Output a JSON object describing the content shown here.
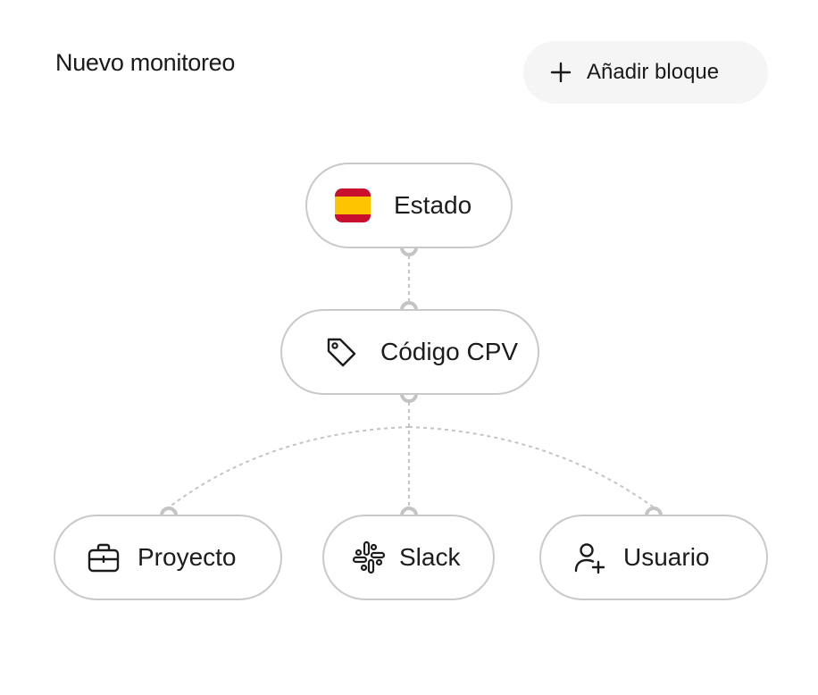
{
  "header": {
    "title": "Nuevo monitoreo",
    "add_block_label": "Añadir bloque",
    "add_block_icon": "plus-icon"
  },
  "nodes": [
    {
      "id": "estado",
      "label": "Estado",
      "icon": "spain-flag-icon"
    },
    {
      "id": "cpv",
      "label": "Código CPV",
      "icon": "tag-icon"
    },
    {
      "id": "proyecto",
      "label": "Proyecto",
      "icon": "briefcase-icon"
    },
    {
      "id": "slack",
      "label": "Slack",
      "icon": "slack-icon"
    },
    {
      "id": "usuario",
      "label": "Usuario",
      "icon": "add-user-icon"
    }
  ],
  "edges": [
    {
      "from": "estado",
      "to": "cpv"
    },
    {
      "from": "cpv",
      "to": "proyecto"
    },
    {
      "from": "cpv",
      "to": "slack"
    },
    {
      "from": "cpv",
      "to": "usuario"
    }
  ],
  "colors": {
    "node_border": "#c9c9c9",
    "connector": "#c4c4c4",
    "button_bg": "#f5f5f5",
    "text": "#1c1c1c",
    "flag_red": "#c8102e",
    "flag_yellow": "#ffc400"
  }
}
